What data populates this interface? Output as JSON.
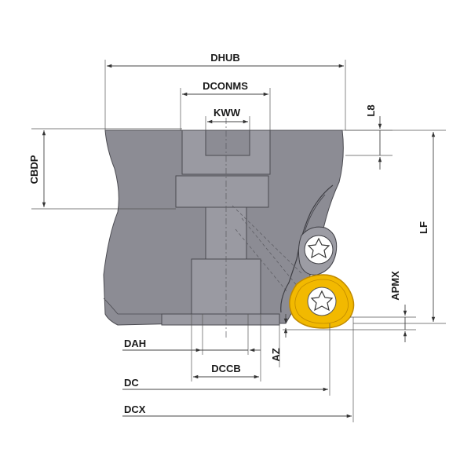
{
  "diagram": {
    "labels": {
      "dhub": "DHUB",
      "dconms": "DCONMS",
      "kww": "KWW",
      "l8": "L8",
      "cbdp": "CBDP",
      "lf": "LF",
      "apmx": "APMX",
      "dah": "DAH",
      "az": "AZ",
      "dccb": "DCCB",
      "dc": "DC",
      "dcx": "DCX"
    },
    "colors": {
      "body": "#8c8c94",
      "insert": "#f2b900",
      "insert_edge": "#c08a00",
      "hatch": "#6e6e76",
      "screw": "#ffffff"
    }
  }
}
